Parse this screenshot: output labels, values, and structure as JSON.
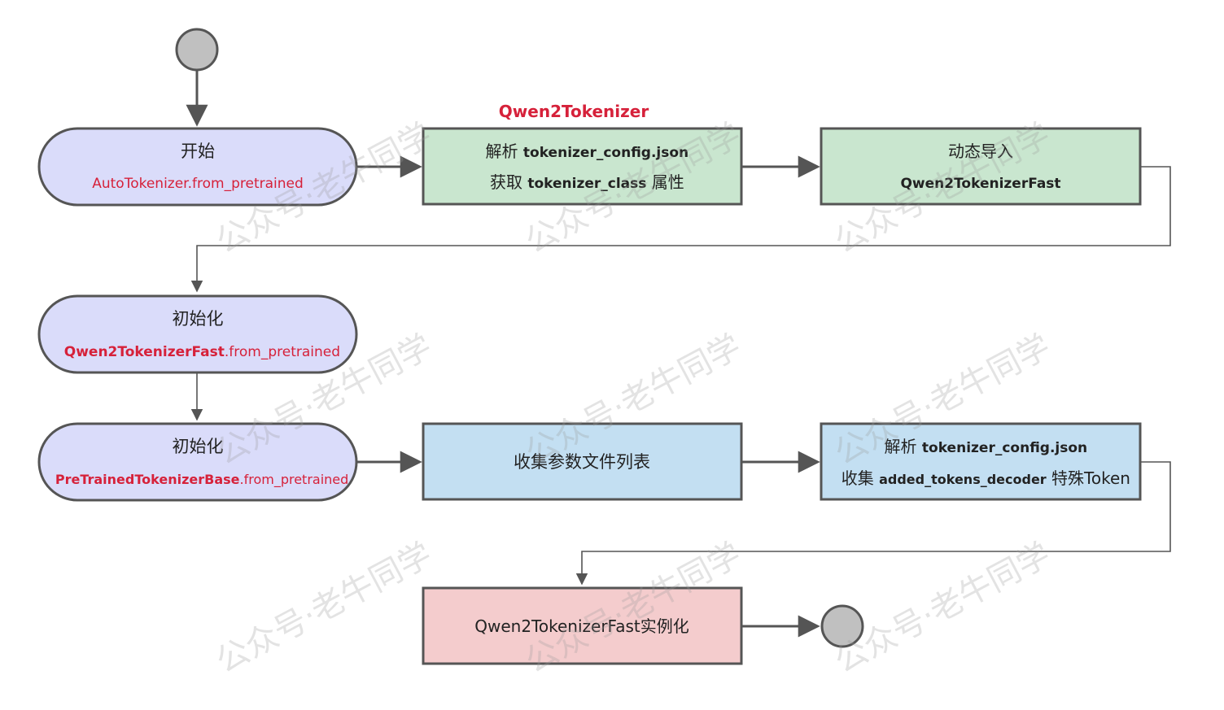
{
  "colors": {
    "start_end": "#c0c0c0",
    "stadium_fill": "#dadcfa",
    "green_fill": "#c9e6cf",
    "blue_fill": "#c3dff2",
    "pink_fill": "#f4cccd",
    "stroke": "#555555",
    "accent_red": "#d6213a",
    "text": "#222222"
  },
  "diagram": {
    "label_qwen2tokenizer": "Qwen2Tokenizer",
    "start": {
      "title": "开始",
      "subtitle": "AutoTokenizer.from_pretrained"
    },
    "parse_config": {
      "line1_prefix": "解析 ",
      "line1_bold": "tokenizer_config.json",
      "line2_prefix": "获取 ",
      "line2_bold": "tokenizer_class",
      "line2_suffix": " 属性"
    },
    "dynamic_import": {
      "title": "动态导入",
      "subtitle": "Qwen2TokenizerFast"
    },
    "init_fast": {
      "title": "初始化",
      "sub_bold": "Qwen2TokenizerFast",
      "sub_rest": ".from_pretrained"
    },
    "init_base": {
      "title": "初始化",
      "sub_bold": "PreTrainedTokenizerBase",
      "sub_rest": ".from_pretrained"
    },
    "collect_files": {
      "title": "收集参数文件列表"
    },
    "parse_special": {
      "line1_prefix": "解析 ",
      "line1_bold": "tokenizer_config.json",
      "line2_prefix": "收集 ",
      "line2_bold": "added_tokens_decoder",
      "line2_suffix": " 特殊Token"
    },
    "instantiate": {
      "title": "Qwen2TokenizerFast实例化"
    }
  },
  "watermark": "公众号·老牛同学"
}
